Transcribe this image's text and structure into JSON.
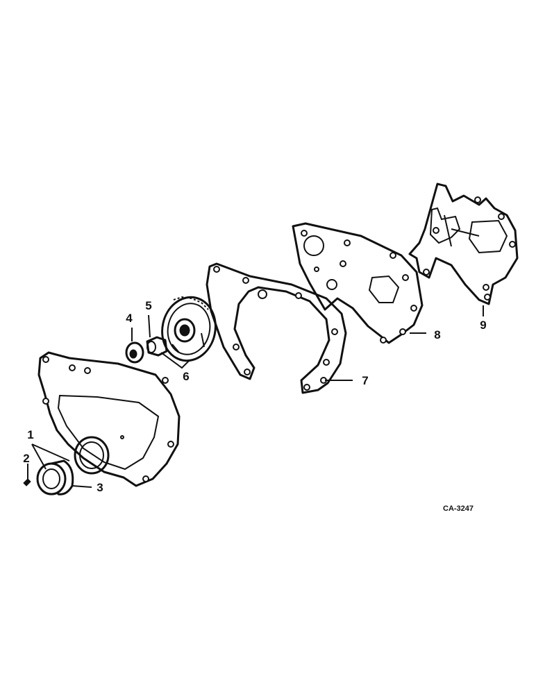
{
  "callouts": {
    "c1": "1",
    "c2": "2",
    "c3": "3",
    "c4": "4",
    "c5": "5",
    "c6": "6",
    "c7": "7",
    "c8": "8",
    "c9": "9"
  },
  "figure_code": "CA-3247"
}
